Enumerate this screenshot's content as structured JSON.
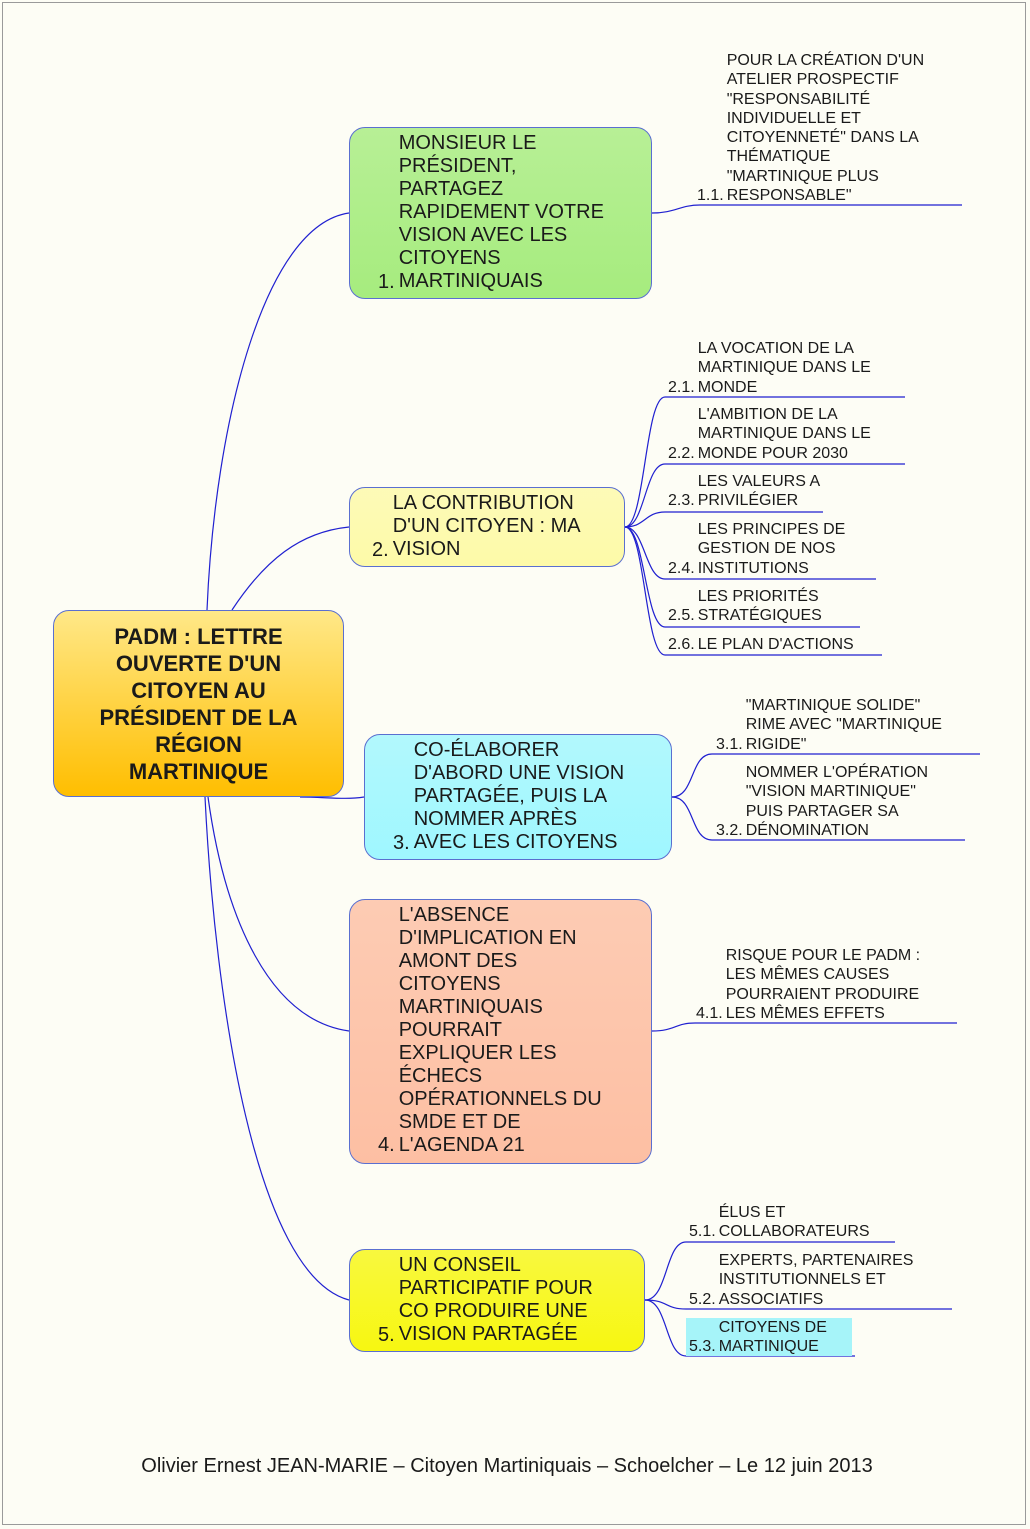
{
  "center": {
    "label": "PADM : LETTRE\nOUVERTE D'UN\nCITOYEN AU\nPRÉSIDENT DE LA\nRÉGION\nMARTINIQUE"
  },
  "branches": [
    {
      "num": "1.",
      "label": "MONSIEUR LE\nPRÉSIDENT,\nPARTAGEZ\nRAPIDEMENT VOTRE\nVISION AVEC LES\nCITOYENS\nMARTINIQUAIS",
      "color": "#a6ec7e",
      "children": [
        {
          "num": "1.1.",
          "label": "POUR LA CRÉATION D'UN\nATELIER PROSPECTIF\n\"RESPONSABILITÉ\nINDIVIDUELLE ET\nCITOYENNETÉ\" DANS LA\nTHÉMATIQUE\n\"MARTINIQUE PLUS\nRESPONSABLE\""
        }
      ]
    },
    {
      "num": "2.",
      "label": "LA CONTRIBUTION\nD'UN CITOYEN : MA\nVISION",
      "color": "#fdfaa8",
      "children": [
        {
          "num": "2.1.",
          "label": "LA VOCATION DE LA\nMARTINIQUE DANS LE\nMONDE"
        },
        {
          "num": "2.2.",
          "label": "L'AMBITION DE LA\nMARTINIQUE DANS LE\nMONDE POUR 2030"
        },
        {
          "num": "2.3.",
          "label": "LES VALEURS A\nPRIVILÉGIER"
        },
        {
          "num": "2.4.",
          "label": "LES PRINCIPES DE\nGESTION DE NOS\nINSTITUTIONS"
        },
        {
          "num": "2.5.",
          "label": "LES PRIORITÉS\nSTRATÉGIQUES"
        },
        {
          "num": "2.6.",
          "label": "LE PLAN D'ACTIONS"
        }
      ]
    },
    {
      "num": "3.",
      "label": "CO-ÉLABORER\nD'ABORD UNE VISION\nPARTAGÉE, PUIS LA\nNOMMER APRÈS\nAVEC LES CITOYENS",
      "color": "#9ff7ff",
      "children": [
        {
          "num": "3.1.",
          "label": "\"MARTINIQUE SOLIDE\"\nRIME AVEC \"MARTINIQUE\nRIGIDE\""
        },
        {
          "num": "3.2.",
          "label": "NOMMER L'OPÉRATION\n\"VISION MARTINIQUE\"\nPUIS PARTAGER SA\nDÉNOMINATION"
        }
      ]
    },
    {
      "num": "4.",
      "label": "L'ABSENCE\nD'IMPLICATION EN\nAMONT DES\nCITOYENS\nMARTINIQUAIS\nPOURRAIT\nEXPLIQUER LES\nÉCHECS\nOPÉRATIONNELS DU\nSMDE ET DE\nL'AGENDA 21",
      "color": "#fdbfa3",
      "children": [
        {
          "num": "4.1.",
          "label": "RISQUE POUR LE PADM :\nLES MÊMES CAUSES\nPOURRAIENT PRODUIRE\nLES MÊMES EFFETS"
        }
      ]
    },
    {
      "num": "5.",
      "label": "UN CONSEIL\nPARTICIPATIF POUR\nCO PRODUIRE UNE\nVISION PARTAGÉE",
      "color": "#f7f711",
      "children": [
        {
          "num": "5.1.",
          "label": "ÉLUS ET\nCOLLABORATEURS"
        },
        {
          "num": "5.2.",
          "label": "EXPERTS, PARTENAIRES\nINSTITUTIONNELS ET\nASSOCIATIFS"
        },
        {
          "num": "5.3.",
          "label": "CITOYENS DE\nMARTINIQUE",
          "highlight": "#a6f4f9"
        }
      ]
    }
  ],
  "footer": "Olivier Ernest JEAN-MARIE – Citoyen Martiniquais – Schoelcher – Le 12 juin 2013"
}
